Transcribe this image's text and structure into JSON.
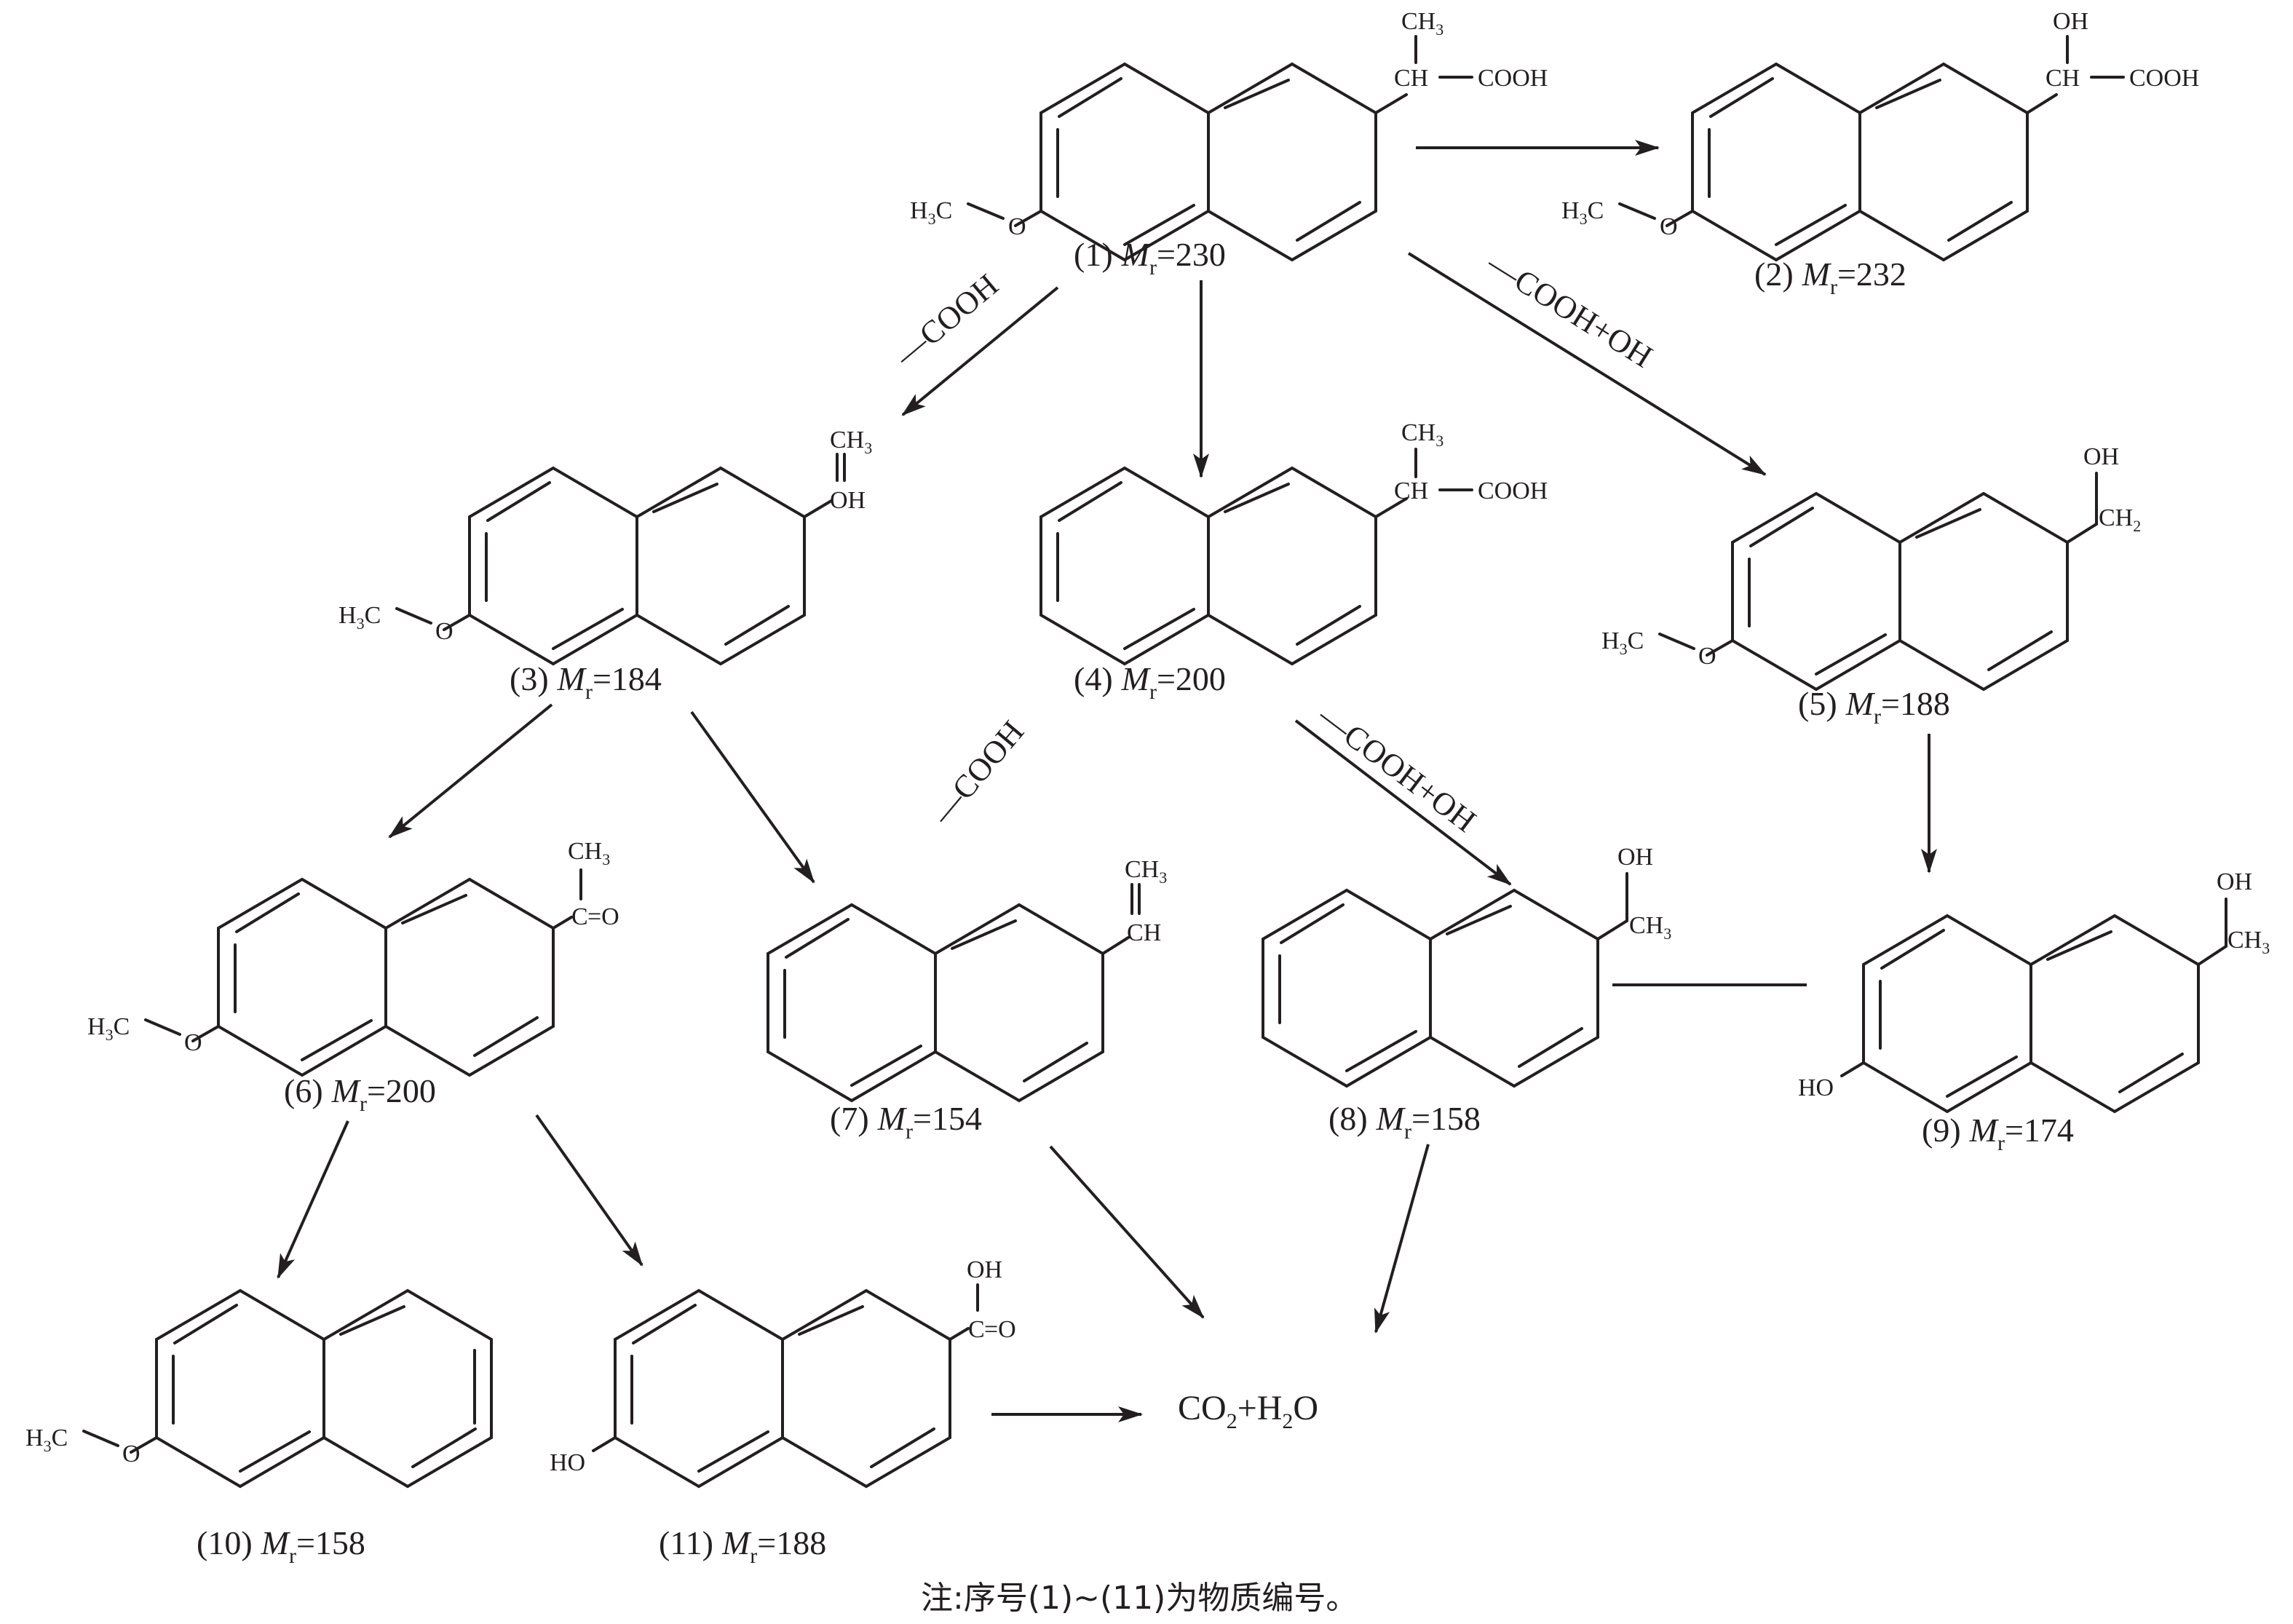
{
  "compounds": [
    {
      "id": "c1",
      "label": "(1)",
      "mr_symbol": "M",
      "mr_sub": "r",
      "mr_value": "=230"
    },
    {
      "id": "c2",
      "label": "(2)",
      "mr_symbol": "M",
      "mr_sub": "r",
      "mr_value": "=232"
    },
    {
      "id": "c3",
      "label": "(3)",
      "mr_symbol": "M",
      "mr_sub": "r",
      "mr_value": "=184"
    },
    {
      "id": "c4",
      "label": "(4)",
      "mr_symbol": "M",
      "mr_sub": "r",
      "mr_value": "=200"
    },
    {
      "id": "c5",
      "label": "(5)",
      "mr_symbol": "M",
      "mr_sub": "r",
      "mr_value": "=188"
    },
    {
      "id": "c6",
      "label": "(6)",
      "mr_symbol": "M",
      "mr_sub": "r",
      "mr_value": "=200"
    },
    {
      "id": "c7",
      "label": "(7)",
      "mr_symbol": "M",
      "mr_sub": "r",
      "mr_value": "=154"
    },
    {
      "id": "c8",
      "label": "(8)",
      "mr_symbol": "M",
      "mr_sub": "r",
      "mr_value": "=158"
    },
    {
      "id": "c9",
      "label": "(9)",
      "mr_symbol": "M",
      "mr_sub": "r",
      "mr_value": "=174"
    },
    {
      "id": "c10",
      "label": "(10)",
      "mr_symbol": "M",
      "mr_sub": "r",
      "mr_value": "=158"
    },
    {
      "id": "c11",
      "label": "(11)",
      "mr_symbol": "M",
      "mr_sub": "r",
      "mr_value": "=188"
    }
  ],
  "atoms": {
    "ch3": "CH",
    "ch3_sub": "3",
    "h3c_h": "H",
    "h3c_sub": "3",
    "h3c_c": "C",
    "o": "O",
    "ch": "CH",
    "cooh": "COOH",
    "oh": "OH",
    "ho": "HO",
    "ch2": "CH",
    "ch2_sub": "2",
    "c": "C",
    "eq_o": "=O",
    "h": "H"
  },
  "arrow_labels": {
    "a13": "—COOH",
    "a15": "—COOH+OH",
    "a47": "—COOH",
    "a48": "—COOH+OH"
  },
  "product": {
    "co": "CO",
    "co_sub": "2",
    "plus": "+H",
    "h2_sub": "2",
    "water_o": "O"
  },
  "note": "注:序号(1)~(11)为物质编号。"
}
